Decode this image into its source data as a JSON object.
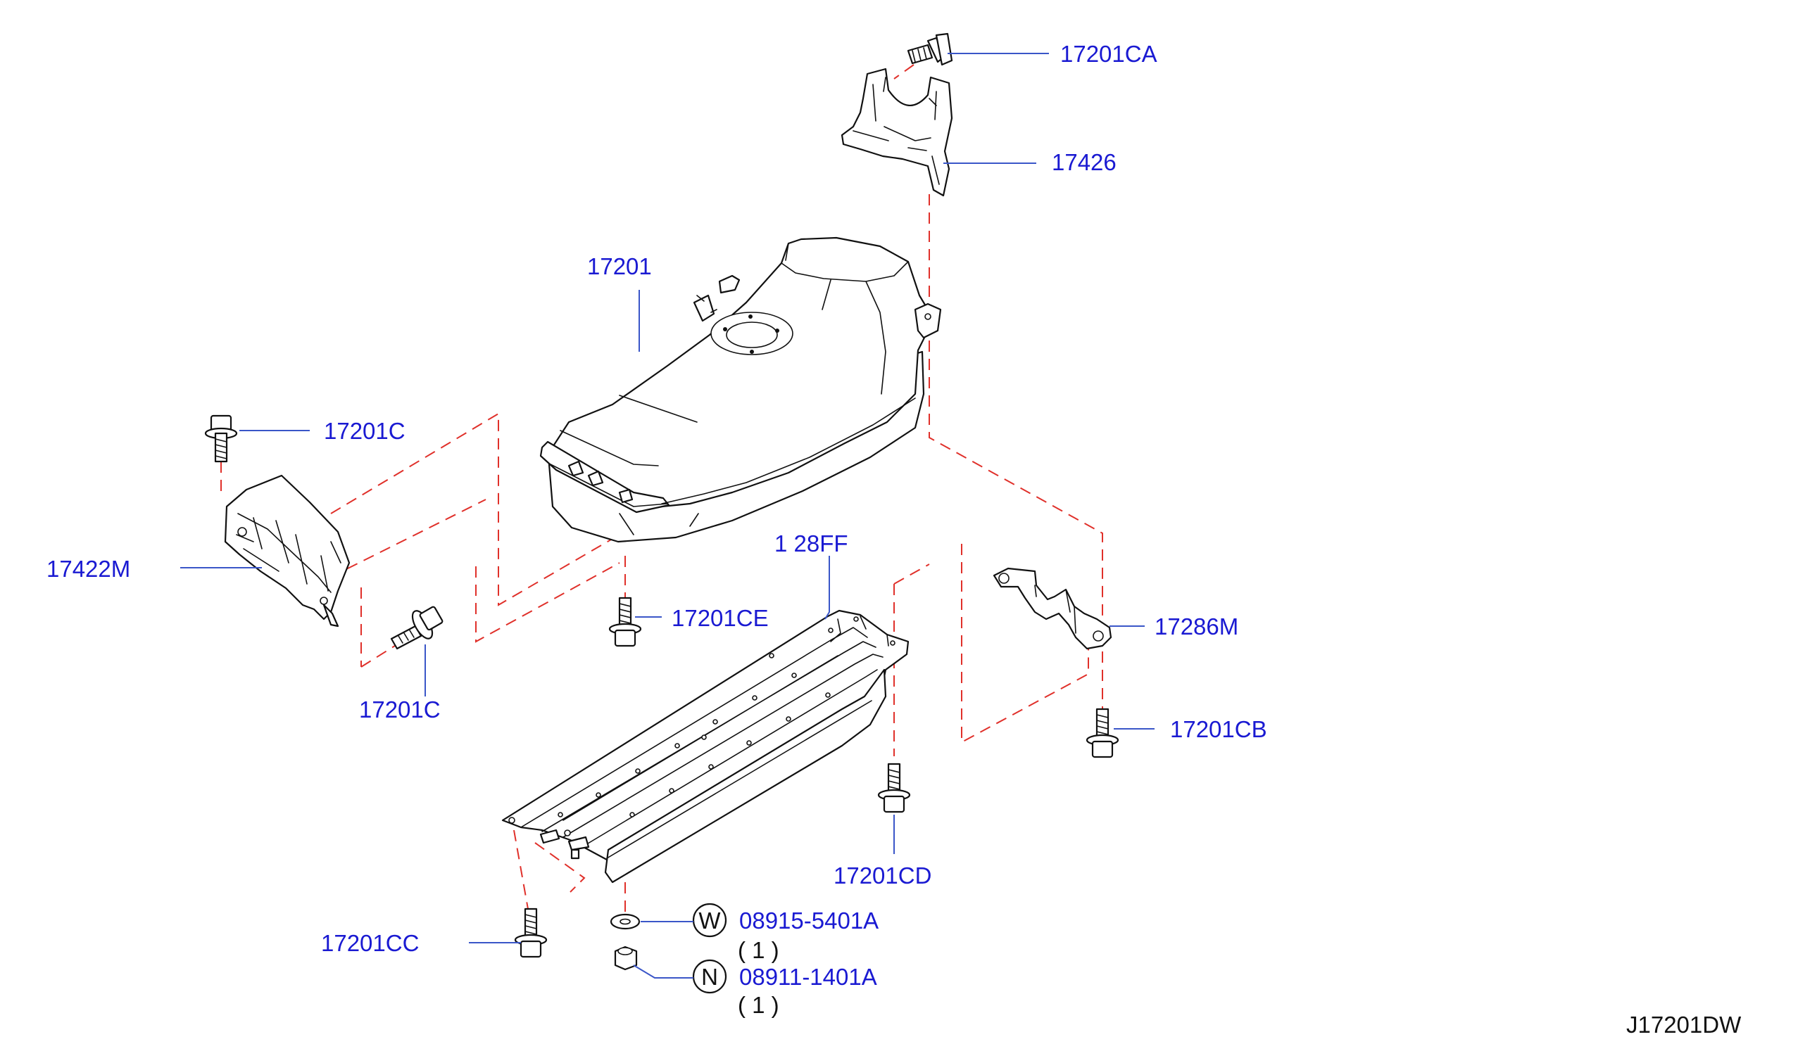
{
  "diagram": {
    "code": "J17201DW",
    "parts": {
      "clip_bolt_top": "17201CA",
      "bracket_top": "17426",
      "fuel_tank": "17201",
      "bolt_left_upper": "17201C",
      "protector_left": "17422M",
      "bolt_left_lower": "17201C",
      "bolt_center": "17201CE",
      "skid_plate": "1 28FF",
      "bracket_right": "17286M",
      "bolt_right": "17201CB",
      "bolt_under": "17201CD",
      "bolt_front": "17201CC",
      "washer": "08915-5401A",
      "washer_qty": "( 1 )",
      "washer_symbol": "W",
      "nut": "08911-1401A",
      "nut_qty": "( 1 )",
      "nut_symbol": "N"
    }
  }
}
